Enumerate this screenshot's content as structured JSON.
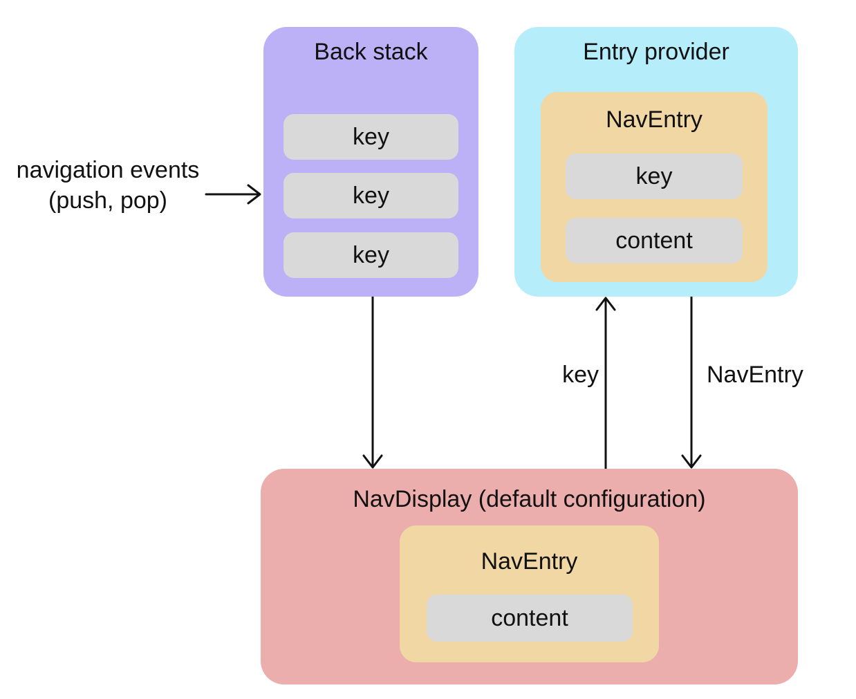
{
  "diagram": {
    "external_label": {
      "line1": "navigation events",
      "line2": "(push, pop)"
    },
    "back_stack": {
      "title": "Back stack",
      "keys": [
        "key",
        "key",
        "key"
      ]
    },
    "entry_provider": {
      "title": "Entry provider",
      "nav_entry": {
        "title": "NavEntry",
        "key": "key",
        "content": "content"
      }
    },
    "nav_display": {
      "title": "NavDisplay (default configuration)",
      "nav_entry": {
        "title": "NavEntry",
        "content": "content"
      }
    },
    "arrow_labels": {
      "key": "key",
      "nav_entry": "NavEntry"
    },
    "colors": {
      "back_stack_fill": "#bcb0f7",
      "entry_provider_fill": "#b6edfa",
      "nav_entry_fill": "#f1d7a3",
      "nav_display_fill": "#ecaeac",
      "pill_fill": "#d9d9d9",
      "arrow_stroke": "#111111",
      "text": "#111111"
    }
  }
}
